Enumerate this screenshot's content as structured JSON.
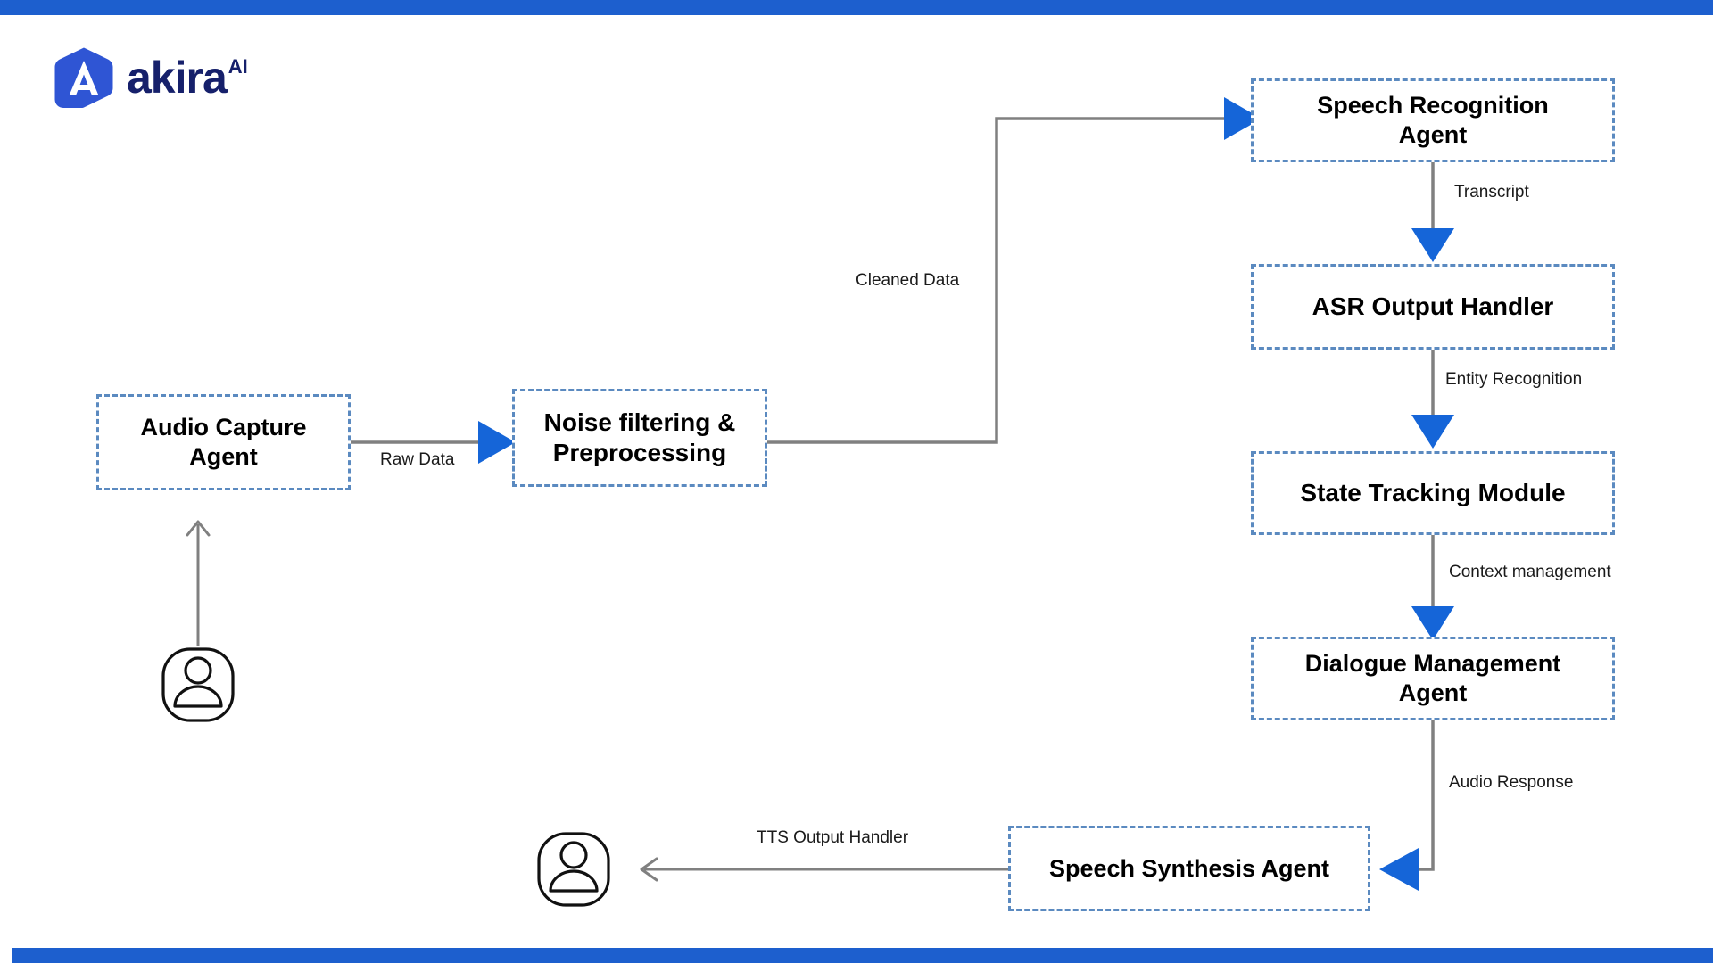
{
  "page": {
    "title": "Voice Assistant Multi-Agent Pipeline Diagram",
    "background_color": "#ffffff",
    "accent_bar_color": "#1d5fce",
    "node_border_color": "#5b8ac0",
    "arrow_fill_color": "#1565d8",
    "connector_color": "#808080",
    "node_text_color": "#000000",
    "label_text_color": "#1a1a1a"
  },
  "brand": {
    "name": "akira",
    "superscript": "AI",
    "badge_icon": "akira-a-hexagon-logo",
    "badge_color": "#2f55d4",
    "wordmark_color": "#16206b"
  },
  "nodes": [
    {
      "id": "audio-capture-agent",
      "label": "Audio Capture Agent",
      "lines": [
        "Audio Capture",
        "Agent"
      ],
      "font_size": 27
    },
    {
      "id": "noise-filtering",
      "label": "Noise filtering & Preprocessing",
      "lines": [
        "Noise filtering &",
        "Preprocessing"
      ],
      "font_size": 28
    },
    {
      "id": "speech-recognition-agent",
      "label": "Speech Recognition Agent",
      "lines": [
        "Speech Recognition",
        "Agent"
      ],
      "font_size": 27
    },
    {
      "id": "asr-output-handler",
      "label": "ASR Output Handler",
      "lines": [
        "ASR Output Handler"
      ],
      "font_size": 28
    },
    {
      "id": "state-tracking-module",
      "label": "State Tracking Module",
      "lines": [
        "State Tracking Module"
      ],
      "font_size": 28
    },
    {
      "id": "dialogue-management-agent",
      "label": "Dialogue Management Agent",
      "lines": [
        "Dialogue Management",
        "Agent"
      ],
      "font_size": 27
    },
    {
      "id": "speech-synthesis-agent",
      "label": "Speech Synthesis Agent",
      "lines": [
        "Speech Synthesis Agent"
      ],
      "font_size": 27
    }
  ],
  "edges": [
    {
      "id": "user-to-audio-capture",
      "label": "",
      "from": "end-user",
      "to": "audio-capture-agent",
      "arrow": "thin-gray-up"
    },
    {
      "id": "audio-capture-to-noise",
      "label": "Raw Data",
      "from": "audio-capture-agent",
      "to": "noise-filtering",
      "arrow": "blue-right"
    },
    {
      "id": "noise-to-speech-recognition",
      "label": "Cleaned Data",
      "from": "noise-filtering",
      "to": "speech-recognition-agent",
      "arrow": "blue-right"
    },
    {
      "id": "speech-recognition-to-asr",
      "label": "Transcript",
      "from": "speech-recognition-agent",
      "to": "asr-output-handler",
      "arrow": "blue-down"
    },
    {
      "id": "asr-to-state-tracking",
      "label": "Entity Recognition",
      "from": "asr-output-handler",
      "to": "state-tracking-module",
      "arrow": "blue-down"
    },
    {
      "id": "state-tracking-to-dialogue",
      "label": "Context management",
      "from": "state-tracking-module",
      "to": "dialogue-management-agent",
      "arrow": "blue-down"
    },
    {
      "id": "dialogue-to-speech-synthesis",
      "label": "Audio Response",
      "from": "dialogue-management-agent",
      "to": "speech-synthesis-agent",
      "arrow": "blue-left"
    },
    {
      "id": "speech-synthesis-to-user",
      "label": "TTS Output Handler",
      "from": "speech-synthesis-agent",
      "to": "end-user-output",
      "arrow": "thin-gray-left"
    }
  ],
  "actors": [
    {
      "id": "end-user-input",
      "icon": "user-avatar-icon"
    },
    {
      "id": "end-user-output",
      "icon": "user-avatar-icon"
    }
  ]
}
